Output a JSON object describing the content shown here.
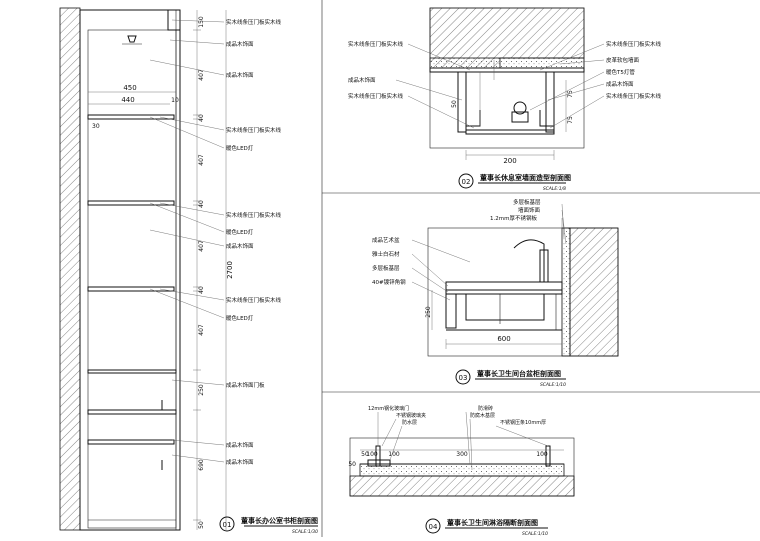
{
  "sheet": {
    "dividers": true
  },
  "detail01": {
    "number": "01",
    "title": "董事长办公室书柜剖面图",
    "scale": "SCALE:1/30",
    "dims_top": [
      "450",
      "440",
      "10"
    ],
    "dims_right": [
      "150",
      "407",
      "40",
      "407",
      "40",
      "407",
      "40",
      "407",
      "250",
      "690",
      "50"
    ],
    "dim_total": "2700",
    "mark": "30",
    "labels": [
      "实木线条压门板实木线",
      "成品木饰面",
      "成品木饰面",
      "实木线条压门板实木线",
      "暖色LED灯",
      "实木线条压门板实木线",
      "暖色LED灯",
      "成品木饰面",
      "实木线条压门板实木线",
      "暖色LED灯",
      "成品木饰面门板",
      "成品木饰面",
      "成品木饰面"
    ]
  },
  "detail02": {
    "number": "02",
    "title": "董事长休息室墙面造型剖面图",
    "scale": "SCALE:1/8",
    "labels_left": [
      "实木线条压门板实木线",
      "成品木饰面",
      "实木线条压门板实木线"
    ],
    "labels_right": [
      "实木线条压门板实木线",
      "皮革软包墙面",
      "暖色T5灯管",
      "成品木饰面",
      "实木线条压门板实木线"
    ],
    "dims": [
      "50",
      "75",
      "75",
      "200"
    ]
  },
  "detail03": {
    "number": "03",
    "title": "董事长卫生间台盆柜剖面图",
    "scale": "SCALE:1/10",
    "labels_left": [
      "成品艺术盆",
      "雅士白石材",
      "多层板基层",
      "40#镀锌角钢"
    ],
    "labels_right": [
      "多层板基层",
      "墙面饰面",
      "1.2mm厚不锈钢板"
    ],
    "dims": [
      "250",
      "600"
    ]
  },
  "detail04": {
    "number": "04",
    "title": "董事长卫生间淋浴隔断剖面图",
    "scale": "SCALE:1/10",
    "labels": [
      "12mm钢化玻璃门",
      "不锈钢玻璃夹",
      "防水层",
      "防滑砖",
      "防腐木基层",
      "不锈钢压条10mm厚"
    ],
    "dims": [
      "50",
      "50",
      "100",
      "100",
      "300",
      "100"
    ]
  }
}
